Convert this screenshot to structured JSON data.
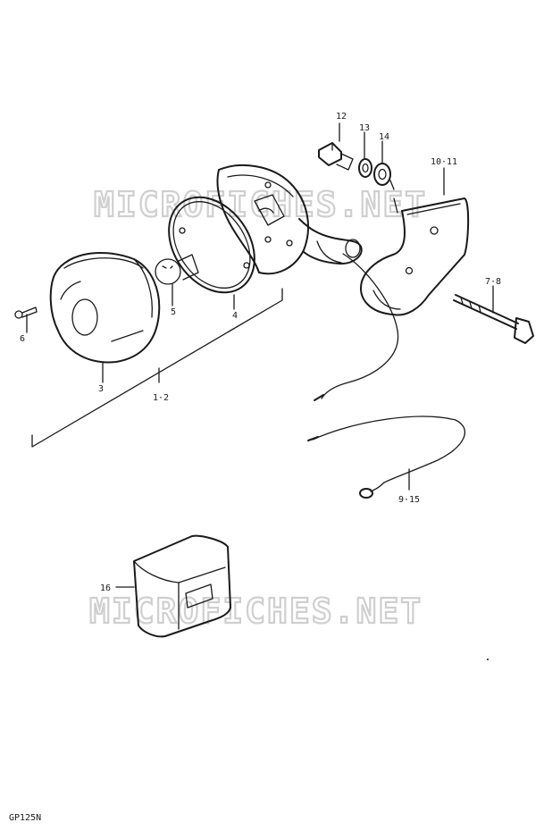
{
  "watermark": {
    "text": "MICROFICHES.NET"
  },
  "model_code": "GP125N",
  "parts": {
    "p1_2": "1·2",
    "p3": "3",
    "p4": "4",
    "p5": "5",
    "p6": "6",
    "p7_8": "7·8",
    "p9_15": "9·15",
    "p10_11": "10·11",
    "p12": "12",
    "p13": "13",
    "p14": "14",
    "p16": "16"
  }
}
